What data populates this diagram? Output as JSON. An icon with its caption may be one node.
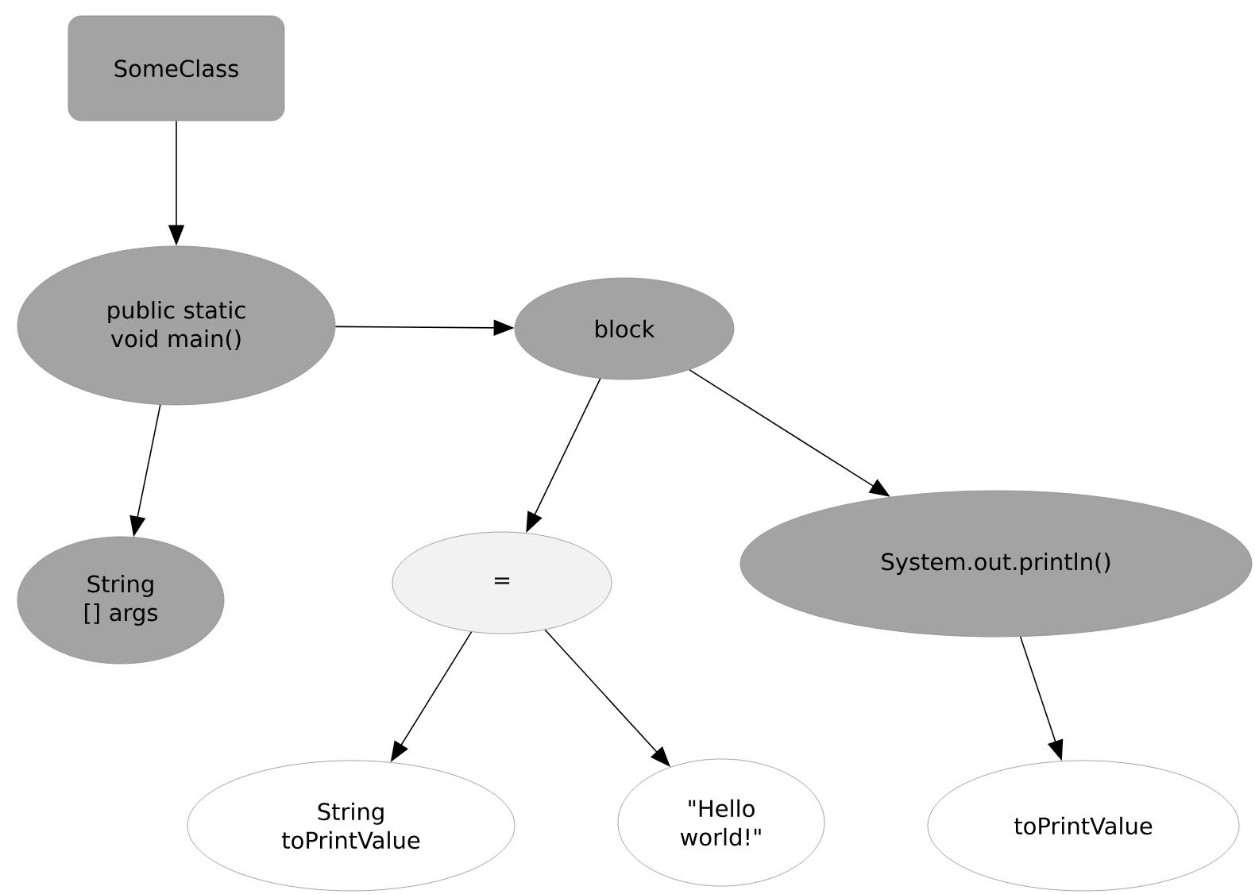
{
  "diagram": {
    "nodes": [
      {
        "text": [
          "SomeClass"
        ]
      },
      {
        "text": [
          "public static void main()"
        ]
      },
      {
        "text": [
          "block"
        ]
      },
      {
        "text": [
          "String [] args"
        ]
      },
      {
        "text": [
          "="
        ]
      },
      {
        "text": [
          "System.out.println()"
        ]
      },
      {
        "text": [
          "String toPrintValue"
        ]
      },
      {
        "text": [
          "\"Hello world!\""
        ]
      },
      {
        "text": [
          "toPrintValue"
        ]
      }
    ],
    "edges": [
      {
        "from": 0,
        "to": 1,
        "arrow": "to"
      },
      {
        "from": 1,
        "to": 2,
        "arrow": "to"
      },
      {
        "from": 1,
        "to": 3,
        "arrow": "to"
      },
      {
        "from": 2,
        "to": 4,
        "arrow": "to"
      },
      {
        "from": 2,
        "to": 5,
        "arrow": "to"
      },
      {
        "from": 4,
        "to": 6,
        "arrow": "to"
      },
      {
        "from": 4,
        "to": 7,
        "arrow": "to"
      },
      {
        "from": 5,
        "to": 8,
        "arrow": "to"
      }
    ]
  }
}
